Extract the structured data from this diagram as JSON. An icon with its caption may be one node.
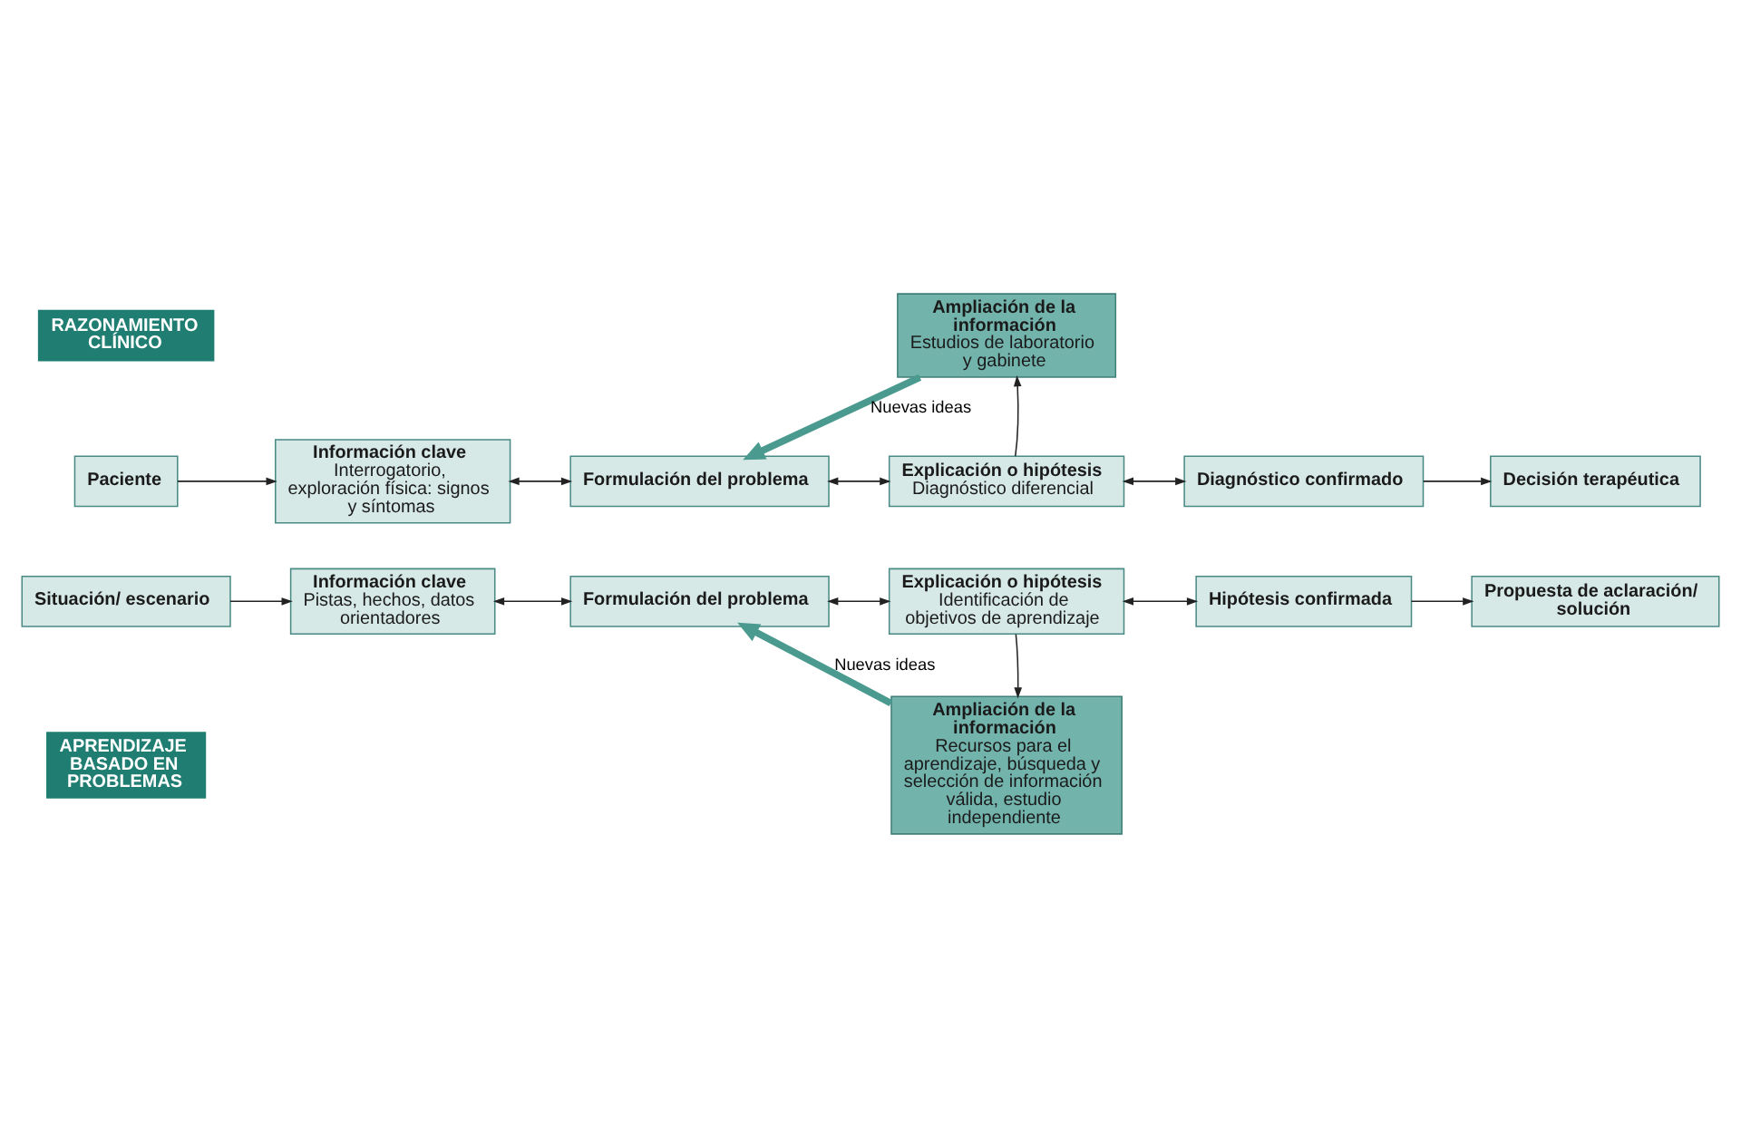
{
  "diagram": {
    "nodes": [
      {
        "text": [
          "RAZONAMIENTO CLÍNICO"
        ]
      },
      {
        "text": [
          "Ampliación de la información",
          "Estudios de laboratorio y gabinete"
        ]
      },
      {
        "text": [
          "Paciente"
        ]
      },
      {
        "text": [
          "Información clave",
          "Interrogatorio, exploración física: signos y síntomas"
        ]
      },
      {
        "text": [
          "Formulación del problema"
        ]
      },
      {
        "text": [
          "Explicación o hipótesis",
          "Diagnóstico diferencial"
        ]
      },
      {
        "text": [
          "Diagnóstico confirmado"
        ]
      },
      {
        "text": [
          "Decisión terapéutica"
        ]
      },
      {
        "text": [
          "Situación/ escenario"
        ]
      },
      {
        "text": [
          "Información clave",
          "Pistas, hechos, datos orientadores"
        ]
      },
      {
        "text": [
          "Formulación del problema"
        ]
      },
      {
        "text": [
          "Explicación o hipótesis",
          "Identificación de objetivos de aprendizaje"
        ]
      },
      {
        "text": [
          "Hipótesis confirmada"
        ]
      },
      {
        "text": [
          "Propuesta de aclaración/ solución"
        ]
      },
      {
        "text": [
          "APRENDIZAJE BASADO EN PROBLEMAS"
        ]
      },
      {
        "text": [
          "Ampliación de la información",
          "Recursos para el aprendizaje, búsqueda y selección de información válida, estudio independiente"
        ]
      }
    ],
    "edges": [
      {
        "from": 2,
        "to": 3,
        "arrow": "to"
      },
      {
        "from": 3,
        "to": 4,
        "arrow": "both"
      },
      {
        "from": 4,
        "to": 5,
        "arrow": "both"
      },
      {
        "from": 5,
        "to": 1,
        "arrow": "to"
      },
      {
        "from": 1,
        "to": 4,
        "arrow": "to",
        "label": "Nuevas ideas",
        "style": "thick",
        "color": "#4a9a90"
      },
      {
        "from": 5,
        "to": 6,
        "arrow": "both"
      },
      {
        "from": 6,
        "to": 7,
        "arrow": "to"
      },
      {
        "from": 8,
        "to": 9,
        "arrow": "to"
      },
      {
        "from": 9,
        "to": 10,
        "arrow": "both"
      },
      {
        "from": 10,
        "to": 11,
        "arrow": "both"
      },
      {
        "from": 11,
        "to": 12,
        "arrow": "both"
      },
      {
        "from": 12,
        "to": 13,
        "arrow": "to"
      },
      {
        "from": 11,
        "to": 15,
        "arrow": "to"
      },
      {
        "from": 15,
        "to": 10,
        "arrow": "to",
        "label": "Nuevas ideas",
        "style": "thick",
        "color": "#4a9a90"
      }
    ]
  }
}
